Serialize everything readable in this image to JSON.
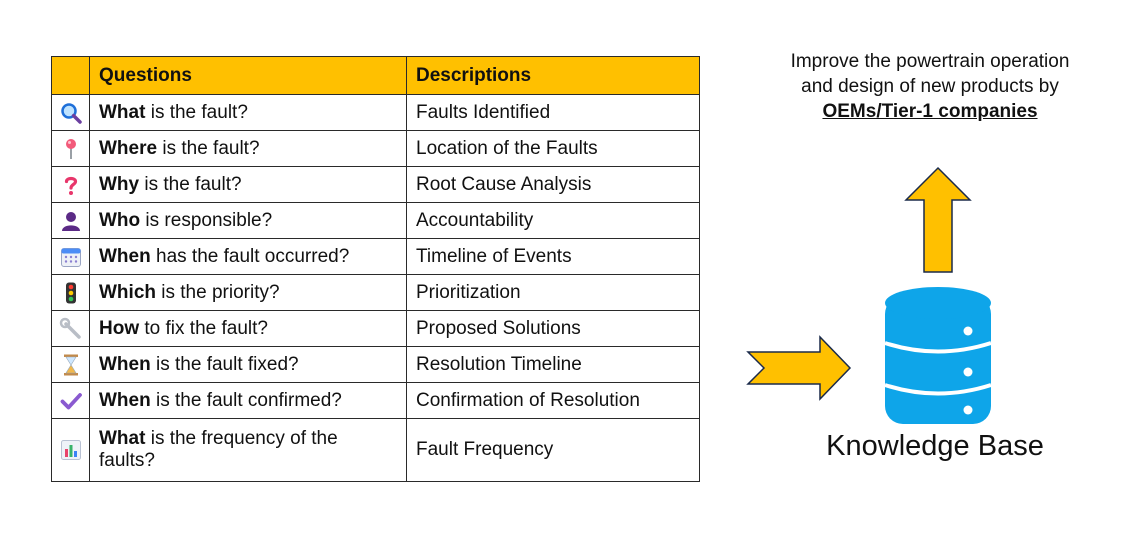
{
  "table": {
    "headers": {
      "questions": "Questions",
      "descriptions": "Descriptions"
    },
    "rows": [
      {
        "icon": "magnifier-icon",
        "keyword": "What",
        "rest": " is the fault?",
        "description": "Faults Identified"
      },
      {
        "icon": "pin-icon",
        "keyword": "Where",
        "rest": " is the fault?",
        "description": "Location of the Faults"
      },
      {
        "icon": "question-mark-icon",
        "keyword": "Why",
        "rest": " is the fault?",
        "description": "Root Cause Analysis"
      },
      {
        "icon": "person-icon",
        "keyword": "Who",
        "rest": " is responsible?",
        "description": "Accountability"
      },
      {
        "icon": "calendar-icon",
        "keyword": "When",
        "rest": " has the fault occurred?",
        "description": "Timeline of Events"
      },
      {
        "icon": "traffic-light-icon",
        "keyword": "Which",
        "rest": " is the priority?",
        "description": "Prioritization"
      },
      {
        "icon": "wrench-icon",
        "keyword": "How",
        "rest": " to fix the fault?",
        "description": "Proposed Solutions"
      },
      {
        "icon": "hourglass-icon",
        "keyword": "When",
        "rest": " is the fault fixed?",
        "description": "Resolution Timeline"
      },
      {
        "icon": "checkmark-icon",
        "keyword": "When",
        "rest": " is the fault confirmed?",
        "description": "Confirmation of Resolution"
      },
      {
        "icon": "bar-chart-icon",
        "keyword": "What",
        "rest": " is the frequency of the faults?",
        "description": "Fault Frequency"
      }
    ]
  },
  "goal": {
    "line1": "Improve the powertrain operation",
    "line2": "and design of new products by",
    "company": "OEMs/Tier-1 companies"
  },
  "knowledge_base": {
    "label": "Knowledge Base"
  },
  "colors": {
    "header": "#FFC000",
    "arrow": "#FFC000",
    "arrow_outline": "#1a2a4a",
    "database": "#0EA5E9"
  }
}
